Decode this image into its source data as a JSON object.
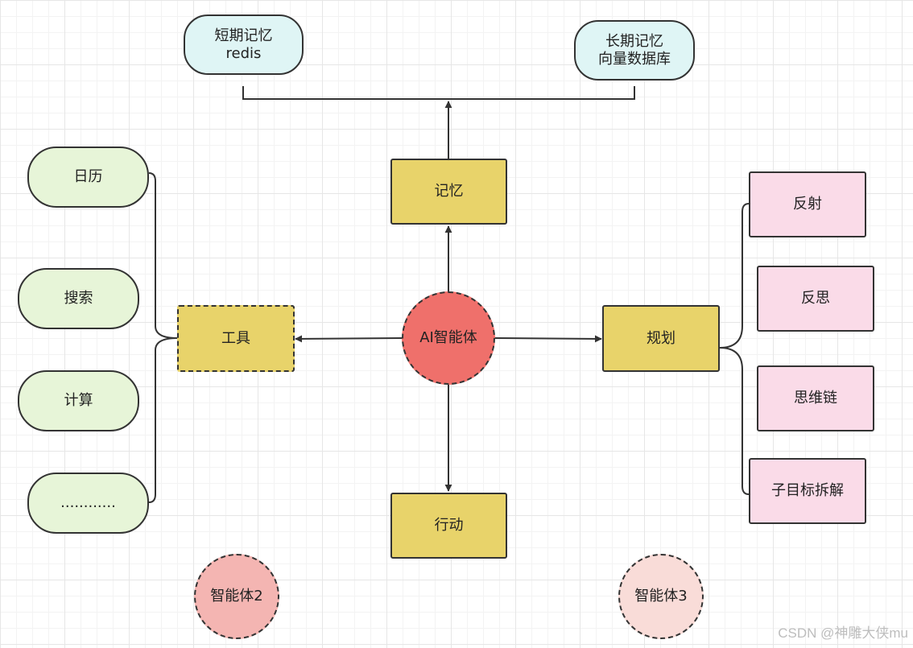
{
  "memory_top": {
    "short_term": {
      "line1": "短期记忆",
      "line2": "redis"
    },
    "long_term": {
      "line1": "长期记忆",
      "line2": "向量数据库"
    }
  },
  "core": {
    "agent": "AI智能体",
    "memory": "记忆",
    "tools": "工具",
    "planning": "规划",
    "action": "行动"
  },
  "tools": [
    "日历",
    "搜索",
    "计算",
    "............"
  ],
  "planning": [
    "反射",
    "反思",
    "思维链",
    "子目标拆解"
  ],
  "other_agents": [
    "智能体2",
    "智能体3"
  ],
  "watermark": "CSDN @神雕大侠mu",
  "colors": {
    "memory_store": "#dff5f5",
    "tool_item": "#e7f5d8",
    "module": "#e8d36a",
    "planning_item": "#fadbe8",
    "agent_core": "#ef706b",
    "agent2": "#f4b5b2",
    "agent3": "#f9dcd8"
  }
}
